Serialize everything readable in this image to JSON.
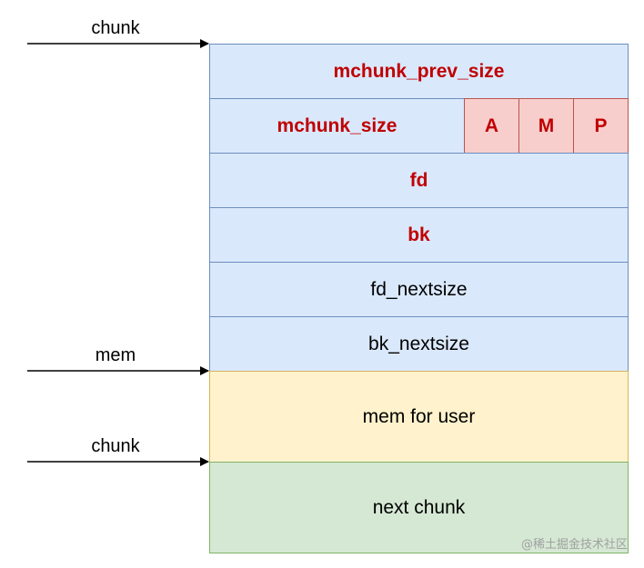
{
  "pointers": [
    {
      "label": "chunk"
    },
    {
      "label": "mem"
    },
    {
      "label": "chunk"
    }
  ],
  "fields": {
    "prev_size": "mchunk_prev_size",
    "size": "mchunk_size",
    "flag_a": "A",
    "flag_m": "M",
    "flag_p": "P",
    "fd": "fd",
    "bk": "bk",
    "fd_nextsize": "fd_nextsize",
    "bk_nextsize": "bk_nextsize",
    "mem_for_user": "mem for user",
    "next_chunk": "next chunk"
  },
  "watermark": "@稀土掘金技术社区",
  "colors": {
    "header_fill": "#dae8fc",
    "header_stroke": "#6c8ebf",
    "flag_fill": "#f8cecc",
    "flag_stroke": "#b85450",
    "user_fill": "#fff2cc",
    "user_stroke": "#d6b656",
    "next_fill": "#d5e8d4",
    "next_stroke": "#82b366",
    "highlight_text": "#c00000"
  }
}
